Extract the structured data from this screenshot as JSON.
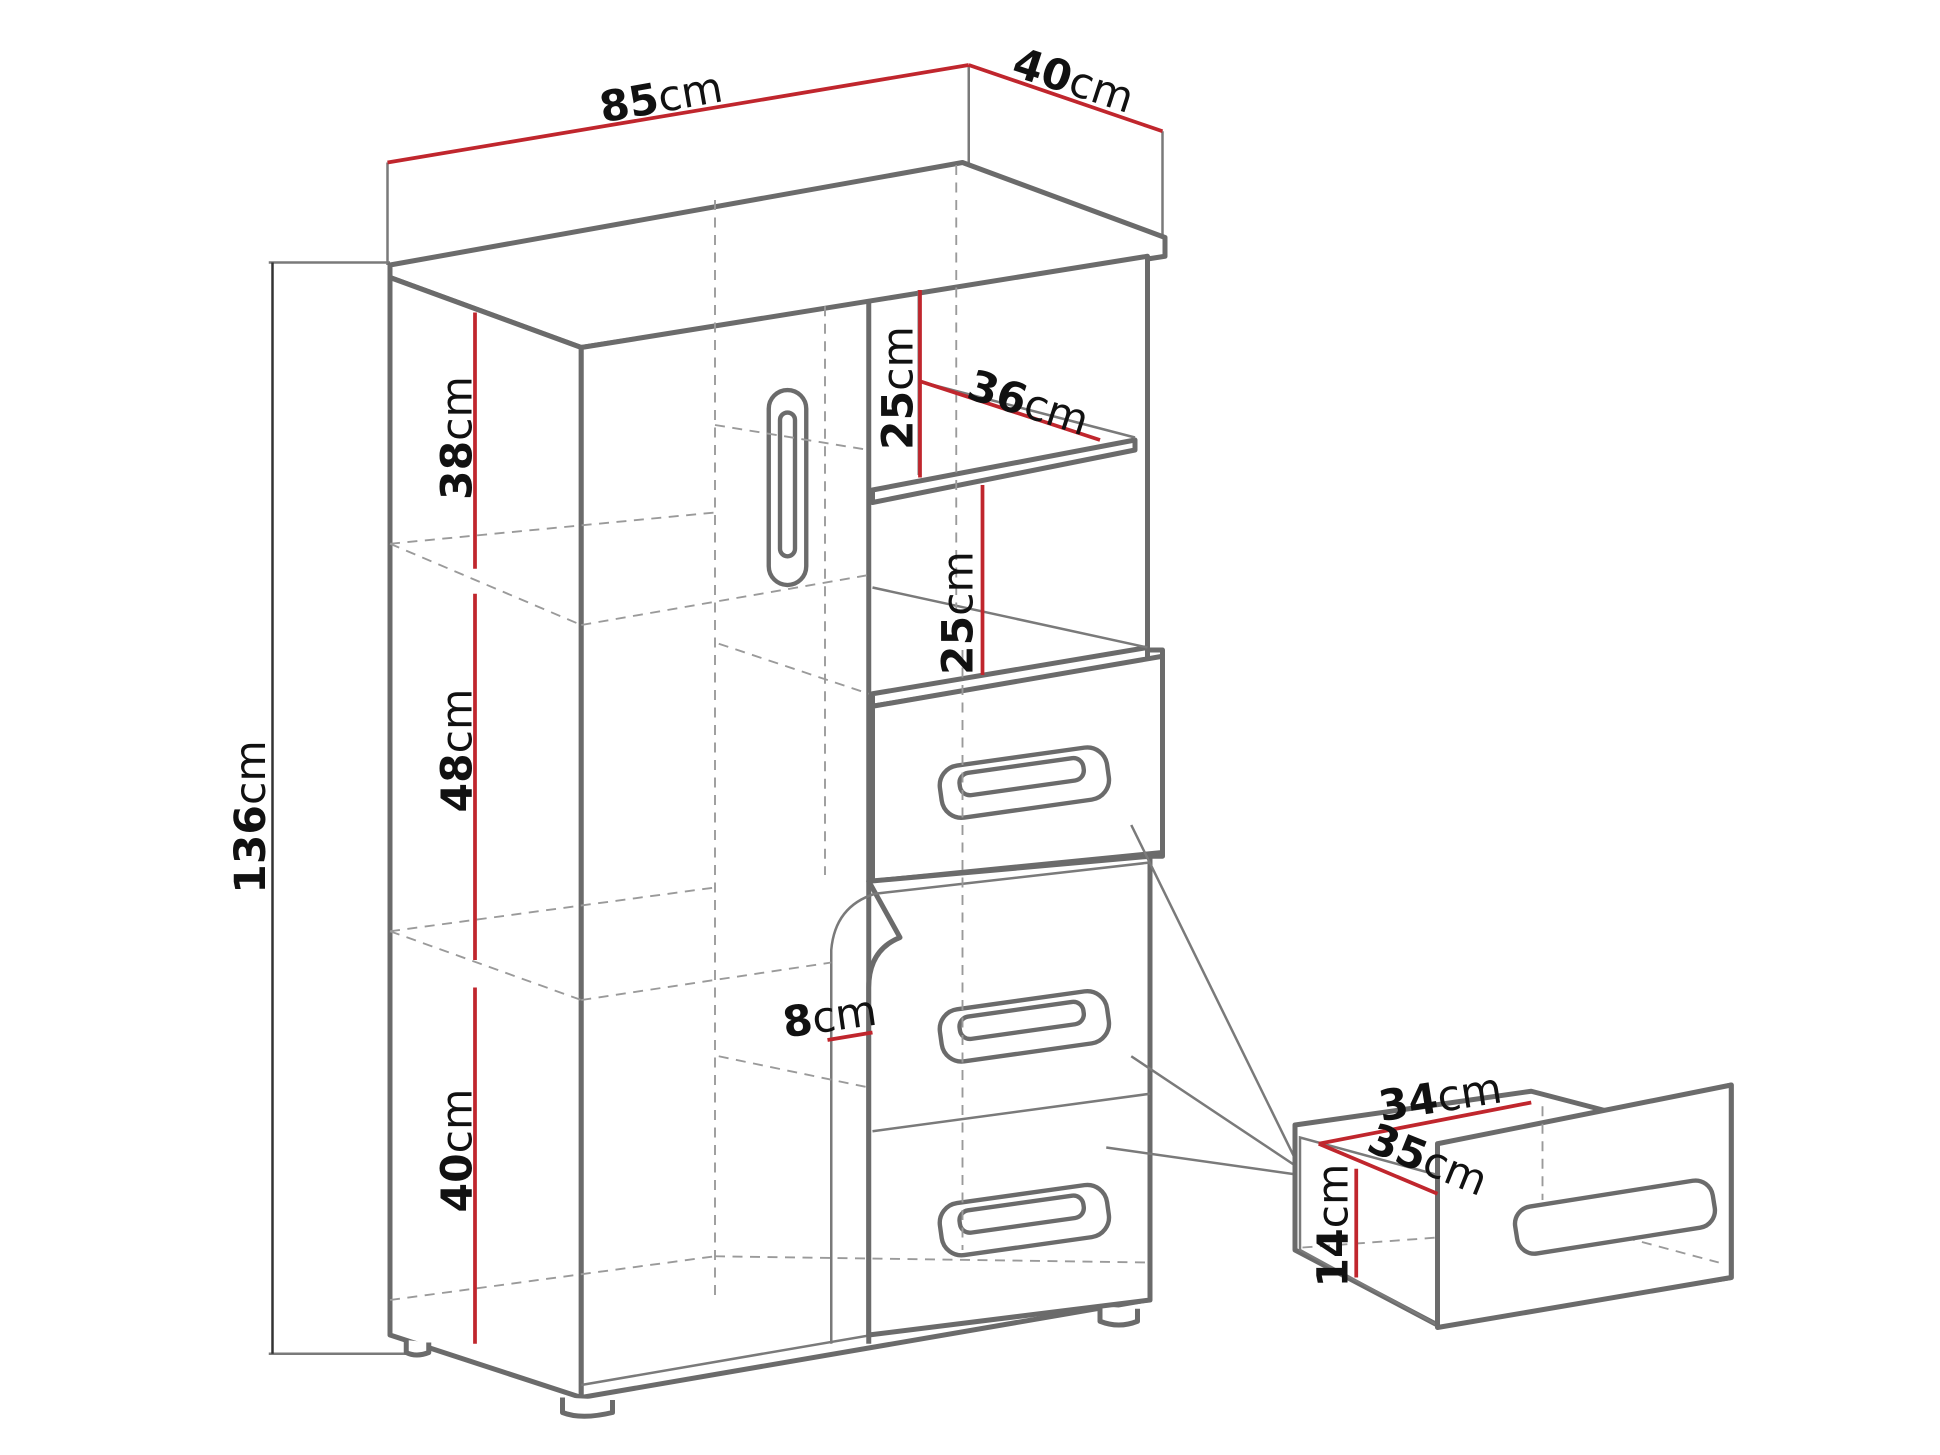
{
  "diagram": {
    "colors": {
      "dimension_line": "#c0262d",
      "outline": "#6b6b6b",
      "background": "#ffffff"
    },
    "unit": "cm",
    "dimensions": {
      "width": {
        "value": "85",
        "unit": "cm"
      },
      "depth": {
        "value": "40",
        "unit": "cm"
      },
      "height": {
        "value": "136",
        "unit": "cm"
      },
      "compartment_top": {
        "value": "38",
        "unit": "cm"
      },
      "compartment_middle": {
        "value": "48",
        "unit": "cm"
      },
      "compartment_bottom": {
        "value": "40",
        "unit": "cm"
      },
      "shelf_upper_height": {
        "value": "25",
        "unit": "cm"
      },
      "shelf_depth": {
        "value": "36",
        "unit": "cm"
      },
      "shelf_lower_height": {
        "value": "25",
        "unit": "cm"
      },
      "side_panel": {
        "value": "8",
        "unit": "cm"
      },
      "drawer_width": {
        "value": "34",
        "unit": "cm"
      },
      "drawer_depth": {
        "value": "35",
        "unit": "cm"
      },
      "drawer_height": {
        "value": "14",
        "unit": "cm"
      }
    }
  }
}
